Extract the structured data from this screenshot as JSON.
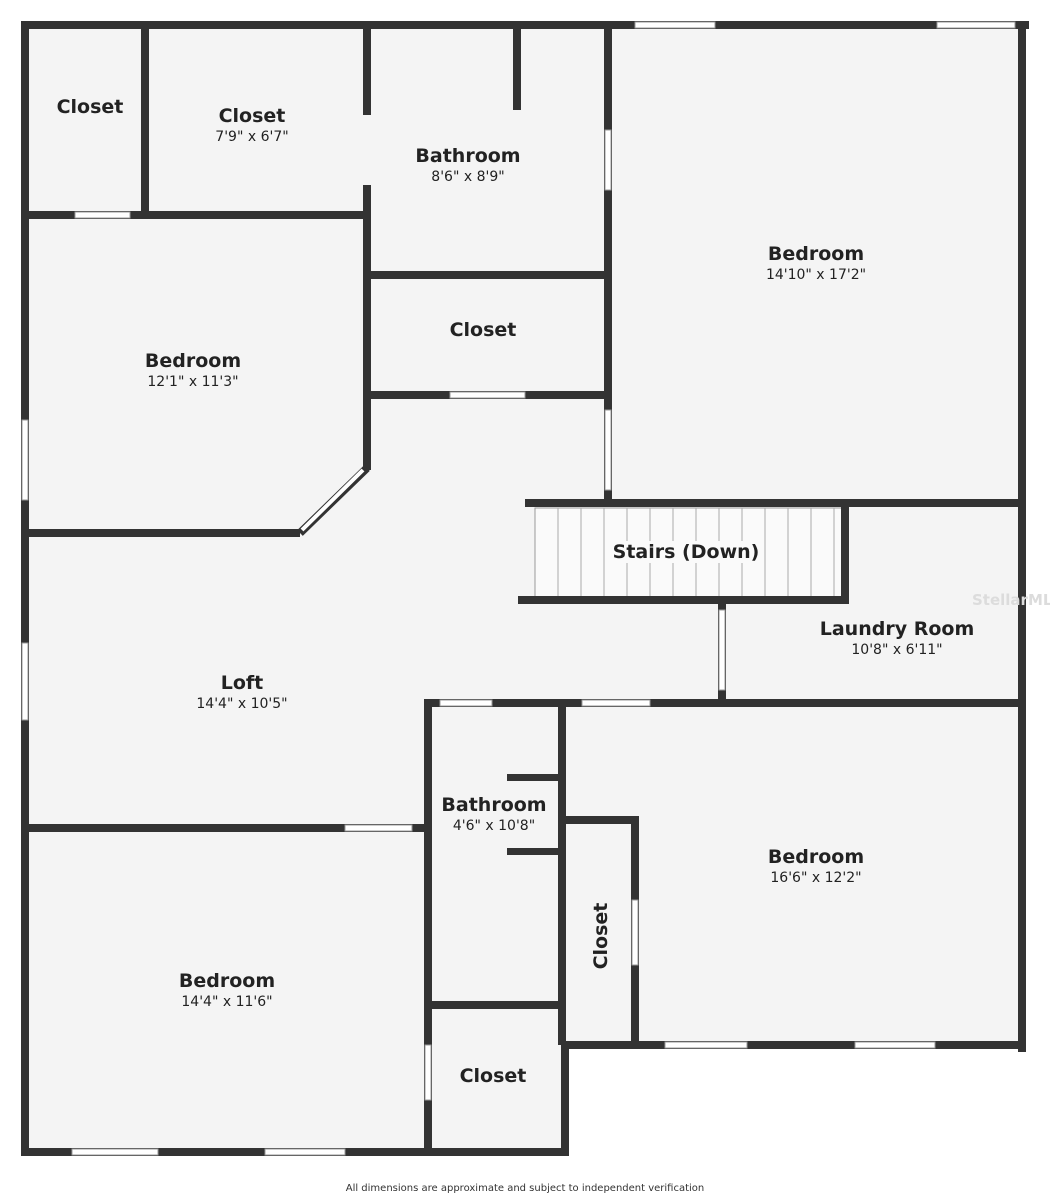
{
  "rooms": [
    {
      "name": "Closet",
      "dims": ""
    },
    {
      "name": "Closet",
      "dims": "7'9\" x 6'7\""
    },
    {
      "name": "Bathroom",
      "dims": "8'6\" x 8'9\""
    },
    {
      "name": "Bedroom",
      "dims": "14'10\" x 17'2\""
    },
    {
      "name": "Bedroom",
      "dims": "12'1\" x 11'3\""
    },
    {
      "name": "Closet",
      "dims": ""
    },
    {
      "name": "Stairs (Down)",
      "dims": ""
    },
    {
      "name": "Laundry Room",
      "dims": "10'8\" x 6'11\""
    },
    {
      "name": "Loft",
      "dims": "14'4\" x 10'5\""
    },
    {
      "name": "Bathroom",
      "dims": "4'6\" x 10'8\""
    },
    {
      "name": "Bedroom",
      "dims": "16'6\" x 12'2\""
    },
    {
      "name": "Closet",
      "dims": ""
    },
    {
      "name": "Bedroom",
      "dims": "14'4\" x 11'6\""
    },
    {
      "name": "Closet",
      "dims": ""
    }
  ],
  "watermark": "StellarMLS",
  "footer": "All dimensions are approximate and subject to independent verification",
  "colors": {
    "wall": "#333333",
    "floor": "#f4f4f4",
    "window": "#ffffff"
  }
}
